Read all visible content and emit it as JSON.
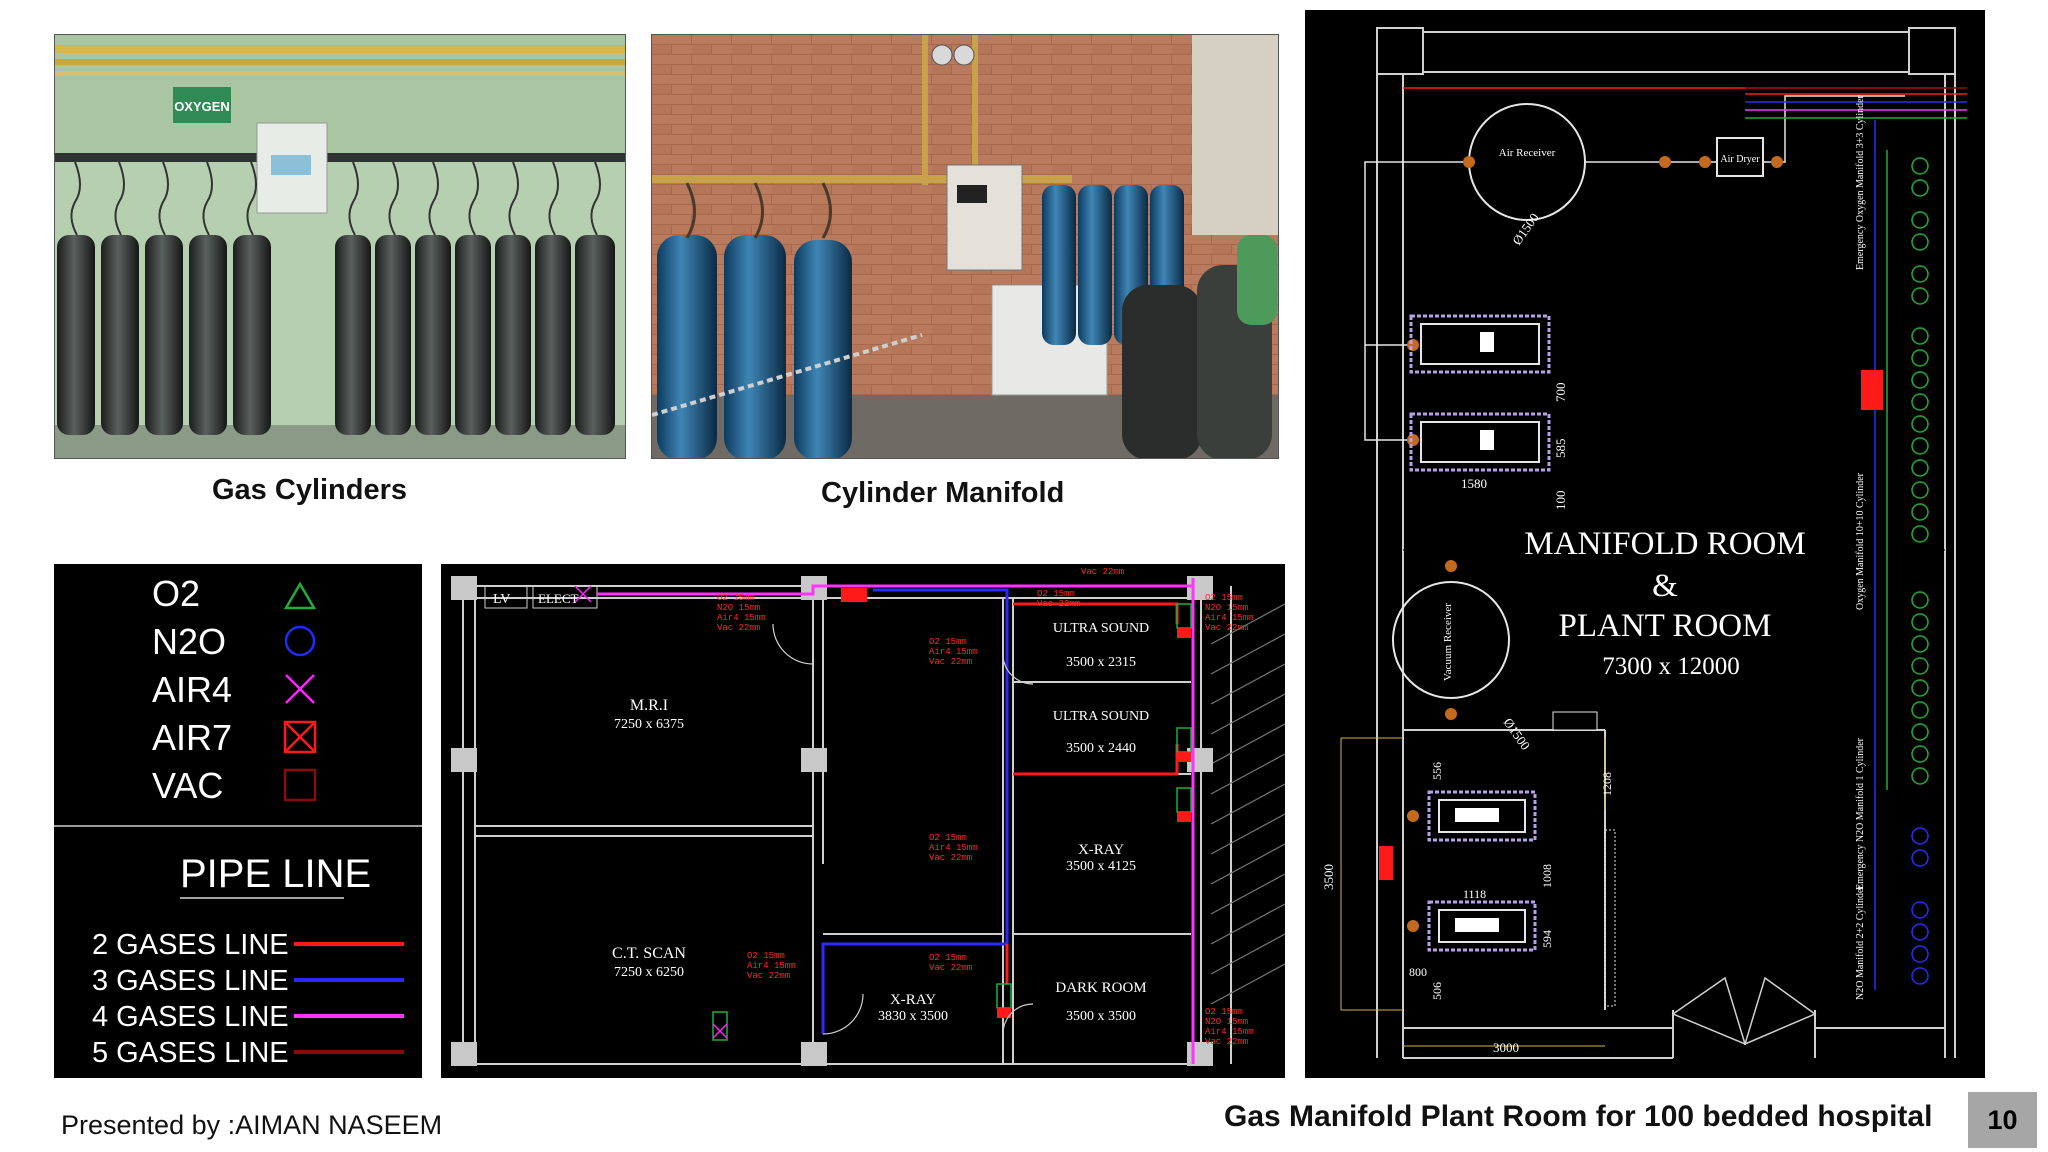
{
  "photos": {
    "gas_cylinders": {
      "caption": "Gas Cylinders",
      "sign_text": "OXYGEN"
    },
    "cylinder_manifold": {
      "caption": "Cylinder Manifold"
    }
  },
  "legend": {
    "gases": [
      {
        "label": "O2",
        "symbol": "triangle-icon",
        "color": "#1fae3c"
      },
      {
        "label": "N2O",
        "symbol": "circle-icon",
        "color": "#1d2bff"
      },
      {
        "label": "AIR4",
        "symbol": "cross-icon",
        "color": "#ff22ff"
      },
      {
        "label": "AIR7",
        "symbol": "boxed-cross-icon",
        "color": "#ff1a1a"
      },
      {
        "label": "VAC",
        "symbol": "square-icon",
        "color": "#8a0b0b"
      }
    ],
    "pipe_line_title": "PIPE LINE",
    "lines": [
      {
        "label": "2 GASES LINE",
        "color": "#ff1a1a"
      },
      {
        "label": "3 GASES LINE",
        "color": "#2a2aff"
      },
      {
        "label": "4 GASES LINE",
        "color": "#ff33ff"
      },
      {
        "label": "5 GASES LINE",
        "color": "#8a0b0b"
      }
    ]
  },
  "floor_plan": {
    "lv": "LV",
    "elect": "ELECT",
    "rooms": [
      {
        "name": "M.R.I",
        "size": "7250 x 6375"
      },
      {
        "name": "C.T. SCAN",
        "size": "7250 x 6250"
      },
      {
        "name": "ULTRA SOUND",
        "size": "3500 x 2315"
      },
      {
        "name": "ULTRA SOUND",
        "size": "3500 x 2440"
      },
      {
        "name": "X-RAY",
        "size": "3500 x 4125"
      },
      {
        "name": "X-RAY",
        "size": "3830 x 3500"
      },
      {
        "name": "DARK ROOM",
        "size": "3500 x 3500"
      }
    ],
    "annotations": {
      "four_gas": [
        "O2 15mm",
        "N2O 15mm",
        "Air4 15mm",
        "Vac 22mm"
      ],
      "three_gas_air": [
        "O2 15mm",
        "Air4 15mm",
        "Vac 22mm"
      ],
      "two_gas": [
        "O2 15mm",
        "Vac 22mm"
      ],
      "vac_top": "Vac 22mm"
    }
  },
  "plant_room": {
    "title_line1": "MANIFOLD ROOM",
    "title_amp": "&",
    "title_line2": "PLANT ROOM",
    "size": "7300 x 12000",
    "air_receiver": "Air Receiver",
    "air_dryer": "Air Dryer",
    "vacuum_receiver": "Vacuum Receiver",
    "dim_1500a": "Ø1500",
    "dim_1500b": "Ø1500",
    "dim_1580": "1580",
    "dim_700": "700",
    "dim_585": "585",
    "dim_100": "100",
    "dim_556": "556",
    "dim_1208": "1208",
    "dim_1008": "1008",
    "dim_1118": "1118",
    "dim_3500": "3500",
    "dim_594": "594",
    "dim_800": "800",
    "dim_506": "506",
    "dim_3000": "3000",
    "side_labels": [
      "Emergency Oxygen Manifold 3+3 Cylinder",
      "Oxygen Manifold 10+10 Cylinder",
      "Emergency N2O Manifold 1 Cylinder",
      "N2O Manifold 2+2 Cylinder"
    ]
  },
  "footer": {
    "presenter": "Presented by :AIMAN NASEEM",
    "slide_title": "Gas Manifold Plant Room for 100 bedded hospital",
    "page_number": "10"
  }
}
